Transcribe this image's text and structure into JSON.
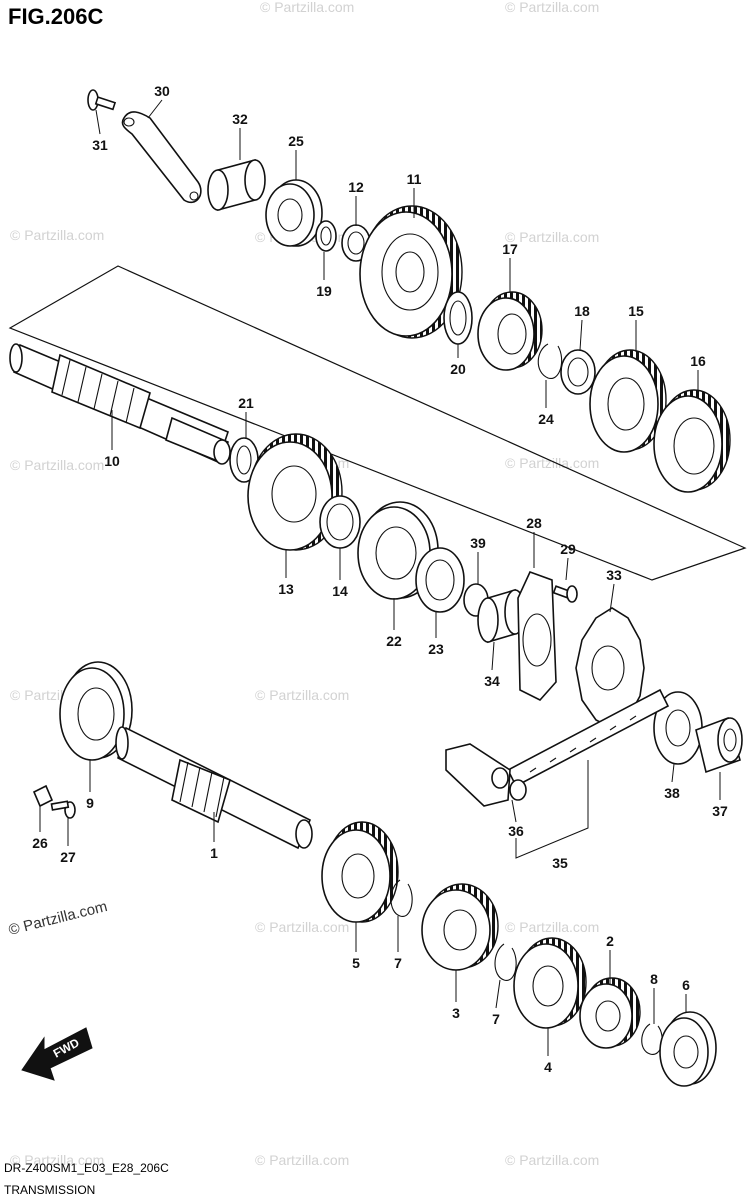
{
  "figure": {
    "title": "FIG.206C"
  },
  "footer": {
    "code": "DR-Z400SM1_E03_E28_206C",
    "section": "TRANSMISSION"
  },
  "watermark": {
    "text": "© Partzilla.com"
  },
  "fwd_label": "FWD",
  "callouts": {
    "p1": "1",
    "p2": "2",
    "p3": "3",
    "p4": "4",
    "p5": "5",
    "p6": "6",
    "p7a": "7",
    "p7b": "7",
    "p8": "8",
    "p9": "9",
    "p10": "10",
    "p11": "11",
    "p12": "12",
    "p13": "13",
    "p14": "14",
    "p15": "15",
    "p16": "16",
    "p17": "17",
    "p18": "18",
    "p19": "19",
    "p20": "20",
    "p21": "21",
    "p22": "22",
    "p23": "23",
    "p24": "24",
    "p25": "25",
    "p26": "26",
    "p27": "27",
    "p28": "28",
    "p29": "29",
    "p30": "30",
    "p31": "31",
    "p32": "32",
    "p33": "33",
    "p34": "34",
    "p35": "35",
    "p36": "36",
    "p37": "37",
    "p38": "38",
    "p39": "39"
  }
}
